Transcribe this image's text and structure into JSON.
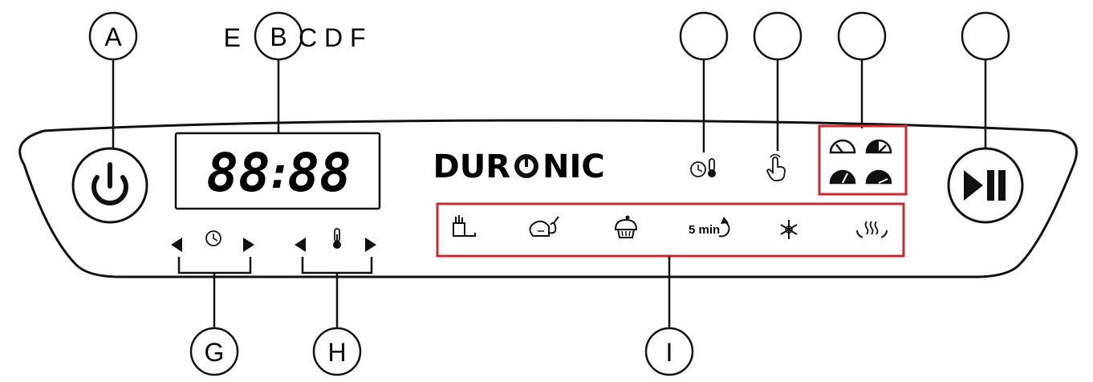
{
  "callouts": {
    "a": "A",
    "b": "B",
    "b_neighbors_left": "E",
    "b_neighbors_right": "C D F",
    "g": "G",
    "h": "H",
    "i": "I"
  },
  "display": {
    "digits_left": "88",
    "separator": ":",
    "digits_right": "88"
  },
  "brand": {
    "left": "DUR",
    "right": "NIC"
  },
  "programs": {
    "timer_label": "5 min"
  },
  "icons": {
    "power": "power-icon",
    "play_pause": "play-pause-icon",
    "clock": "clock-icon",
    "thermometer": "thermometer-icon",
    "touch": "touch-hand-icon",
    "gauge": "gauge-icon",
    "fries": "fries-icon",
    "chicken": "chicken-icon",
    "cupcake": "cupcake-icon",
    "defrost": "snowflake-icon",
    "keep_warm": "heat-waves-icon"
  },
  "colors": {
    "outline": "#111111",
    "highlight_box": "#c8282e",
    "background": "#ffffff"
  }
}
